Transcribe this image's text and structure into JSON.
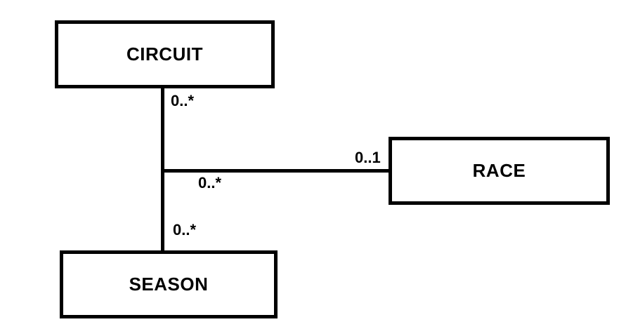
{
  "diagram": {
    "title": "circuit-race-season-entity-diagram",
    "type": "entity-relationship",
    "colors": {
      "background": "#ffffff",
      "stroke": "#000000",
      "text": "#000000"
    },
    "entities": [
      {
        "id": "circuit",
        "label": "CIRCUIT"
      },
      {
        "id": "race",
        "label": "RACE"
      },
      {
        "id": "season",
        "label": "SEASON"
      }
    ],
    "connectors": [
      {
        "id": "circuit-to-season",
        "orientation": "vertical"
      },
      {
        "id": "junction-to-race",
        "orientation": "horizontal"
      }
    ],
    "multiplicities": {
      "circuit_end": "0..*",
      "race_end": "0..1",
      "junction": "0..*",
      "season_end": "0..*"
    }
  }
}
